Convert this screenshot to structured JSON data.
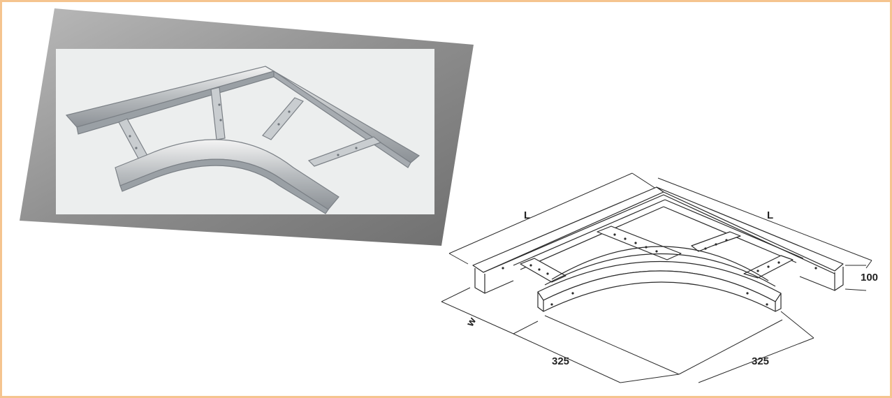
{
  "diagram": {
    "labels": {
      "length_left": "L",
      "length_right": "L",
      "height": "100",
      "width": "w",
      "radius_left": "325",
      "radius_right": "325"
    },
    "colors": {
      "frame_border": "#f5c48f",
      "photo_backdrop": "#8d8d8d",
      "photo_surface": "#eceeee",
      "line": "#2a2a2a"
    }
  }
}
